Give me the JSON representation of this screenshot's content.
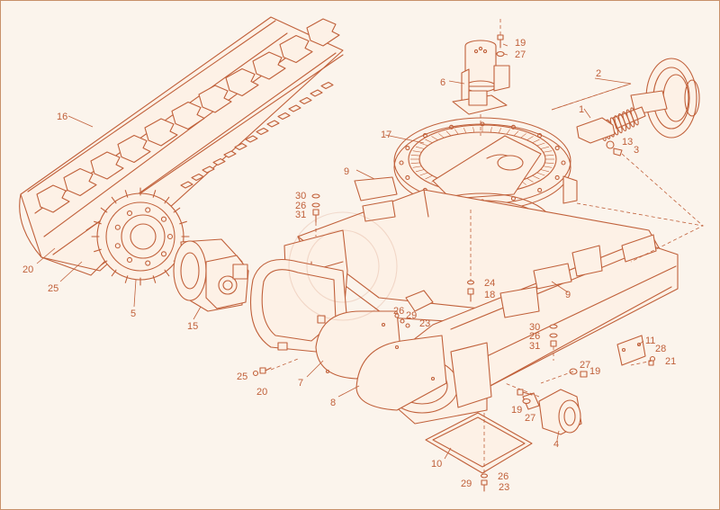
{
  "colors": {
    "line": "#c0603a",
    "background": "#fbf4ec"
  },
  "callouts": [
    {
      "id": "c1",
      "text": "1"
    },
    {
      "id": "c2",
      "text": "2"
    },
    {
      "id": "c3",
      "text": "3"
    },
    {
      "id": "c4",
      "text": "4"
    },
    {
      "id": "c5",
      "text": "5"
    },
    {
      "id": "c6",
      "text": "6"
    },
    {
      "id": "c7",
      "text": "7"
    },
    {
      "id": "c8",
      "text": "8"
    },
    {
      "id": "c9a",
      "text": "9"
    },
    {
      "id": "c9b",
      "text": "9"
    },
    {
      "id": "c10",
      "text": "10"
    },
    {
      "id": "c11",
      "text": "11"
    },
    {
      "id": "c13",
      "text": "13"
    },
    {
      "id": "c15",
      "text": "15"
    },
    {
      "id": "c16",
      "text": "16"
    },
    {
      "id": "c17",
      "text": "17"
    },
    {
      "id": "c18",
      "text": "18"
    },
    {
      "id": "c19a",
      "text": "19"
    },
    {
      "id": "c19b",
      "text": "19"
    },
    {
      "id": "c19c",
      "text": "19"
    },
    {
      "id": "c20a",
      "text": "20"
    },
    {
      "id": "c20b",
      "text": "20"
    },
    {
      "id": "c21",
      "text": "21"
    },
    {
      "id": "c23a",
      "text": "23"
    },
    {
      "id": "c23b",
      "text": "23"
    },
    {
      "id": "c24",
      "text": "24"
    },
    {
      "id": "c25a",
      "text": "25"
    },
    {
      "id": "c25b",
      "text": "25"
    },
    {
      "id": "c26a",
      "text": "26"
    },
    {
      "id": "c26b",
      "text": "26"
    },
    {
      "id": "c26c",
      "text": "26"
    },
    {
      "id": "c26d",
      "text": "26"
    },
    {
      "id": "c27a",
      "text": "27"
    },
    {
      "id": "c27b",
      "text": "27"
    },
    {
      "id": "c27c",
      "text": "27"
    },
    {
      "id": "c28",
      "text": "28"
    },
    {
      "id": "c29a",
      "text": "29"
    },
    {
      "id": "c29b",
      "text": "29"
    },
    {
      "id": "c30a",
      "text": "30"
    },
    {
      "id": "c30b",
      "text": "30"
    },
    {
      "id": "c31a",
      "text": "31"
    },
    {
      "id": "c31b",
      "text": "31"
    }
  ]
}
